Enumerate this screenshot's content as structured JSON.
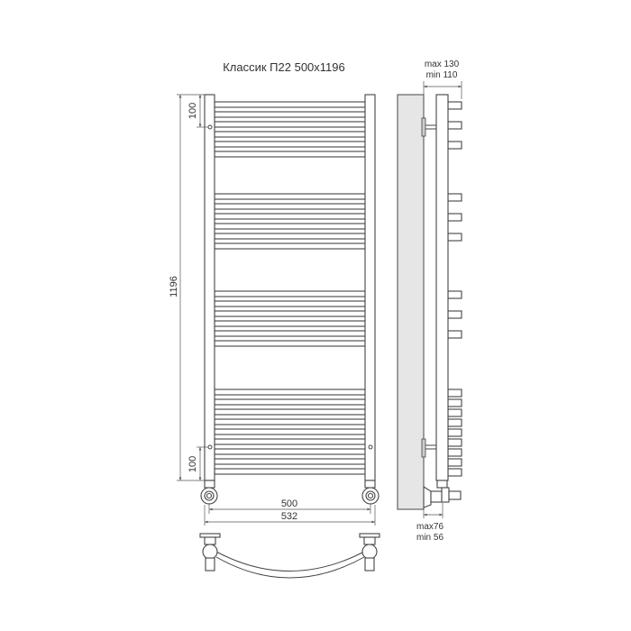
{
  "title": "Классик П22 500x1196",
  "dimensions": {
    "height": "1196",
    "top_offset": "100",
    "bottom_offset": "100",
    "center_distance": "500",
    "overall_width": "532",
    "depth_max": "max 130",
    "depth_min": "min 110",
    "wall_gap_max": "max76",
    "wall_gap_min": "min 56"
  },
  "bar_groups": [
    6,
    6,
    6,
    9
  ],
  "colors": {
    "line": "#444444",
    "wall": "#e6e6e6"
  }
}
